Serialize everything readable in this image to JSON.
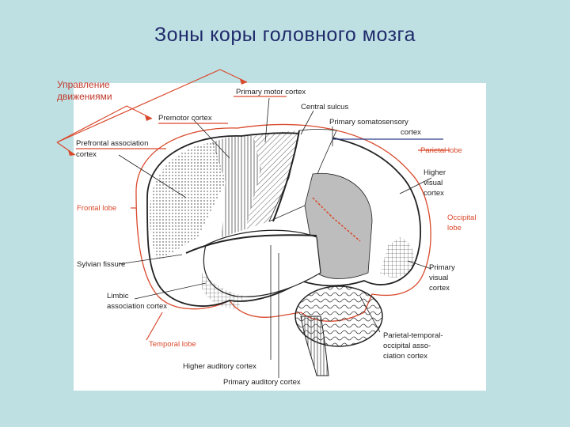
{
  "title": "Зоны коры головного мозга",
  "annotation": {
    "line1": "Управление",
    "line2": "движениями"
  },
  "labels": {
    "primary_motor": "Primary motor cortex",
    "central_sulcus": "Central sulcus",
    "premotor": "Premotor cortex",
    "primary_somatosensory_1": "Primary somatosensory",
    "primary_somatosensory_2": "cortex",
    "prefrontal_1": "Prefrontal association",
    "prefrontal_2": "cortex",
    "parietal_lobe": "Parietal lobe",
    "higher_visual_1": "Higher",
    "higher_visual_2": "visual",
    "higher_visual_3": "cortex",
    "frontal_lobe": "Frontal lobe",
    "occipital_1": "Occipital",
    "occipital_2": "lobe",
    "sylvian": "Sylvian fissure",
    "primary_visual_1": "Primary",
    "primary_visual_2": "visual",
    "primary_visual_3": "cortex",
    "limbic_1": "Limbic",
    "limbic_2": "association cortex",
    "temporal_lobe": "Temporal lobe",
    "pto_1": "Parietal-temporal-",
    "pto_2": "occipital asso-",
    "pto_3": "ciation cortex",
    "higher_auditory": "Higher auditory cortex",
    "primary_auditory": "Primary auditory cortex"
  },
  "colors": {
    "background": "#bfe0e3",
    "title": "#1f2a6b",
    "accent_red": "#d9492c",
    "dark_blue": "#2b3f8c"
  }
}
